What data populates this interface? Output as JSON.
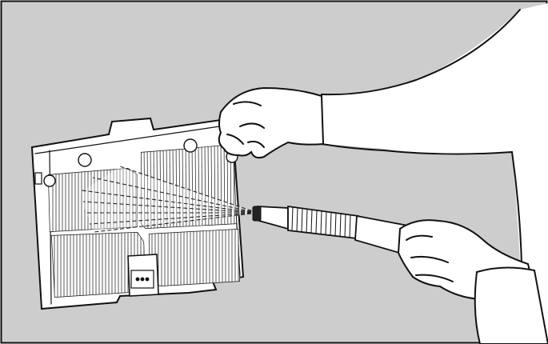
{
  "illustration": {
    "subject": "",
    "background_color": "#cdcdcd",
    "line_color": "#111111",
    "fill_color": "#ffffff",
    "parts": [
      "filter-panel",
      "left-hand",
      "right-hand",
      "vacuum-hose",
      "spray-cone"
    ]
  }
}
